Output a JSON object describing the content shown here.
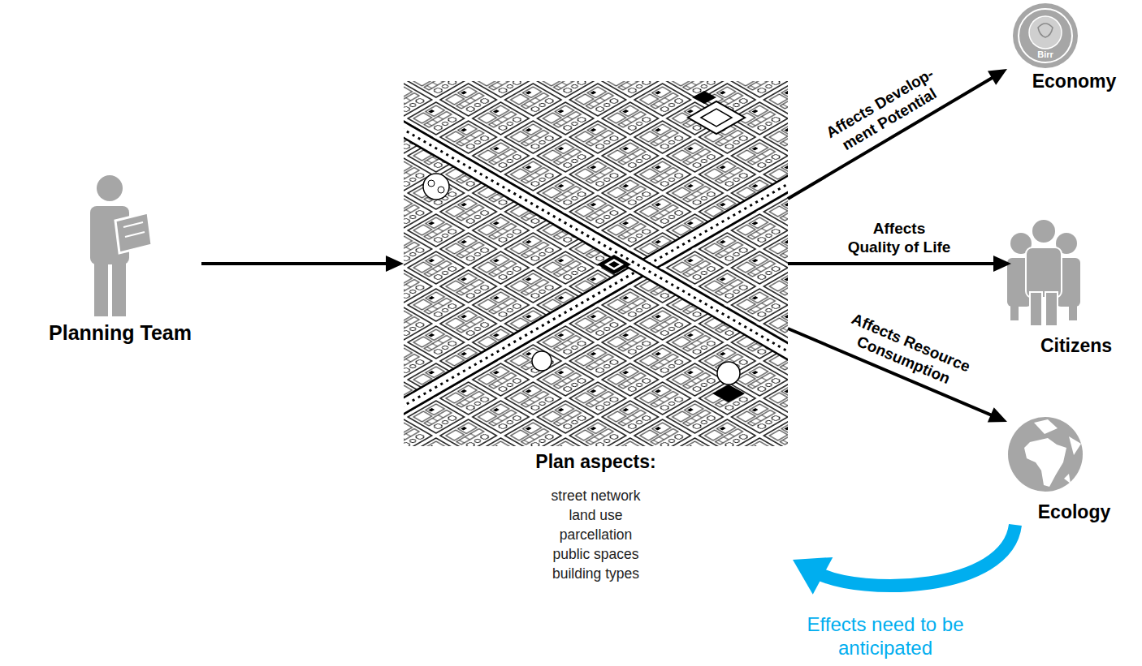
{
  "diagram": {
    "nodes": [
      {
        "text": [
          "Planning Team"
        ]
      },
      {
        "text": [
          "Plan aspects:",
          "street network land use parcellation public spaces building types"
        ]
      },
      {
        "text": [
          "Economy"
        ]
      },
      {
        "text": [
          "Citizens"
        ]
      },
      {
        "text": [
          "Ecology"
        ]
      }
    ],
    "edges": [
      {
        "from": 0,
        "to": 1,
        "arrow": "to"
      },
      {
        "from": 1,
        "to": 2,
        "arrow": "to",
        "label": "Affects Develop- ment Potential"
      },
      {
        "from": 1,
        "to": 3,
        "arrow": "to",
        "label": "Affects Quality of Life"
      },
      {
        "from": 1,
        "to": 4,
        "arrow": "to",
        "label": "Affects Resource Consumption"
      },
      {
        "from": 4,
        "to": 1,
        "arrow": "to",
        "label": "Effects need to be anticipated"
      }
    ],
    "labels": [
      "Birr"
    ]
  }
}
